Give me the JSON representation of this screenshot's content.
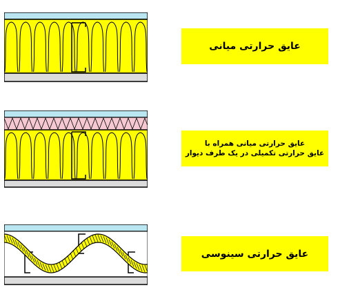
{
  "labels": {
    "center": "عایق حرارتی میانی",
    "center_with_extra_line1": "عایق حرارتی میانی همراه با",
    "center_with_extra_line2": "عایق حرارتی تکمیلی در یک طرف دیوار",
    "sinusoidal": "عایق حرارتی سینوسی"
  },
  "colors": {
    "insulation": "#ffff00",
    "board_top": "#b9e6f0",
    "board_bottom": "#dcdcdc",
    "extra_layer": "#f6c8d2",
    "label_bg": "#ffff00"
  }
}
